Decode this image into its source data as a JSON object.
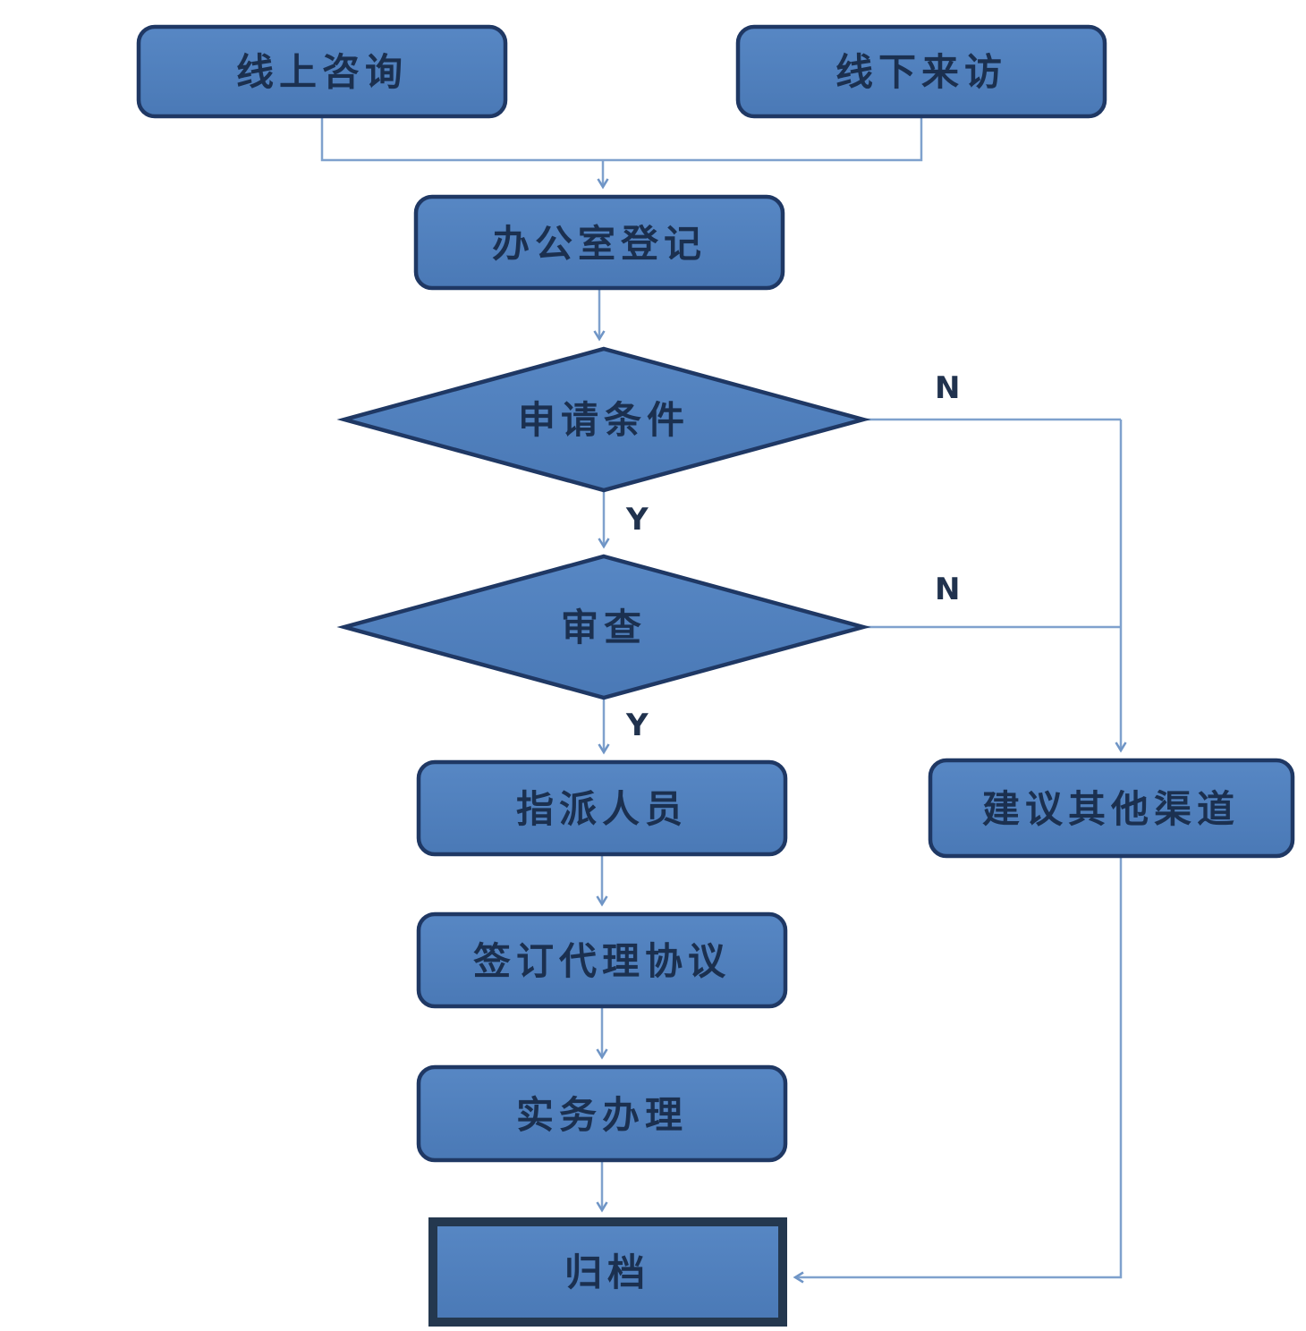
{
  "diagram": {
    "type": "flowchart",
    "colors": {
      "node_fill": "#4d7ebc",
      "node_fill_light": "#5787c4",
      "node_border": "#1f3864",
      "node_text": "#1b3050",
      "connector": "#7fa1cd",
      "background": "#ffffff"
    },
    "nodes": {
      "online": {
        "label": "线上咨询",
        "shape": "rounded-rect"
      },
      "offline": {
        "label": "线下来访",
        "shape": "rounded-rect"
      },
      "register": {
        "label": "办公室登记",
        "shape": "rounded-rect"
      },
      "conditions": {
        "label": "申请条件",
        "shape": "diamond"
      },
      "review": {
        "label": "审查",
        "shape": "diamond"
      },
      "assign": {
        "label": "指派人员",
        "shape": "rounded-rect"
      },
      "suggest": {
        "label": "建议其他渠道",
        "shape": "rounded-rect"
      },
      "sign": {
        "label": "签订代理协议",
        "shape": "rounded-rect"
      },
      "handle": {
        "label": "实务办理",
        "shape": "rounded-rect"
      },
      "archive": {
        "label": "归档",
        "shape": "rect-heavy-border"
      }
    },
    "edge_labels": {
      "conditions_yes": "Y",
      "conditions_no": "N",
      "review_yes": "Y",
      "review_no": "N"
    },
    "edges": [
      {
        "from": "online",
        "to": "register",
        "label": ""
      },
      {
        "from": "offline",
        "to": "register",
        "label": ""
      },
      {
        "from": "register",
        "to": "conditions",
        "label": ""
      },
      {
        "from": "conditions",
        "to": "review",
        "label": "Y"
      },
      {
        "from": "conditions",
        "to": "suggest",
        "label": "N"
      },
      {
        "from": "review",
        "to": "assign",
        "label": "Y"
      },
      {
        "from": "review",
        "to": "suggest",
        "label": "N"
      },
      {
        "from": "assign",
        "to": "sign",
        "label": ""
      },
      {
        "from": "sign",
        "to": "handle",
        "label": ""
      },
      {
        "from": "handle",
        "to": "archive",
        "label": ""
      },
      {
        "from": "suggest",
        "to": "archive",
        "label": ""
      }
    ]
  }
}
